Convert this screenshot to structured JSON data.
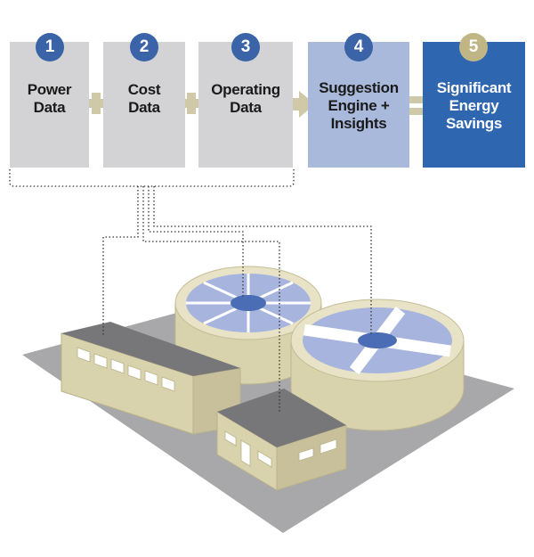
{
  "steps": [
    {
      "number": "1",
      "lines": [
        "Power",
        "Data"
      ]
    },
    {
      "number": "2",
      "lines": [
        "Cost",
        "Data"
      ]
    },
    {
      "number": "3",
      "lines": [
        "Operating",
        "Data"
      ]
    },
    {
      "number": "4",
      "lines": [
        "Suggestion",
        "Engine +",
        "Insights"
      ]
    },
    {
      "number": "5",
      "lines": [
        "Significant",
        "Energy",
        "Savings"
      ]
    }
  ],
  "colors": {
    "data_box": "#d3d3d5",
    "engine_box": "#a9b9dc",
    "savings_box": "#2e66b0",
    "badge_blue": "#3b63a8",
    "badge_gold": "#bfb585",
    "connector": "#cfc9a8",
    "ground": "#a8a8aa",
    "building_wall": "#d9d3ad",
    "roof": "#777779",
    "clarifier": "#a6b4de"
  }
}
